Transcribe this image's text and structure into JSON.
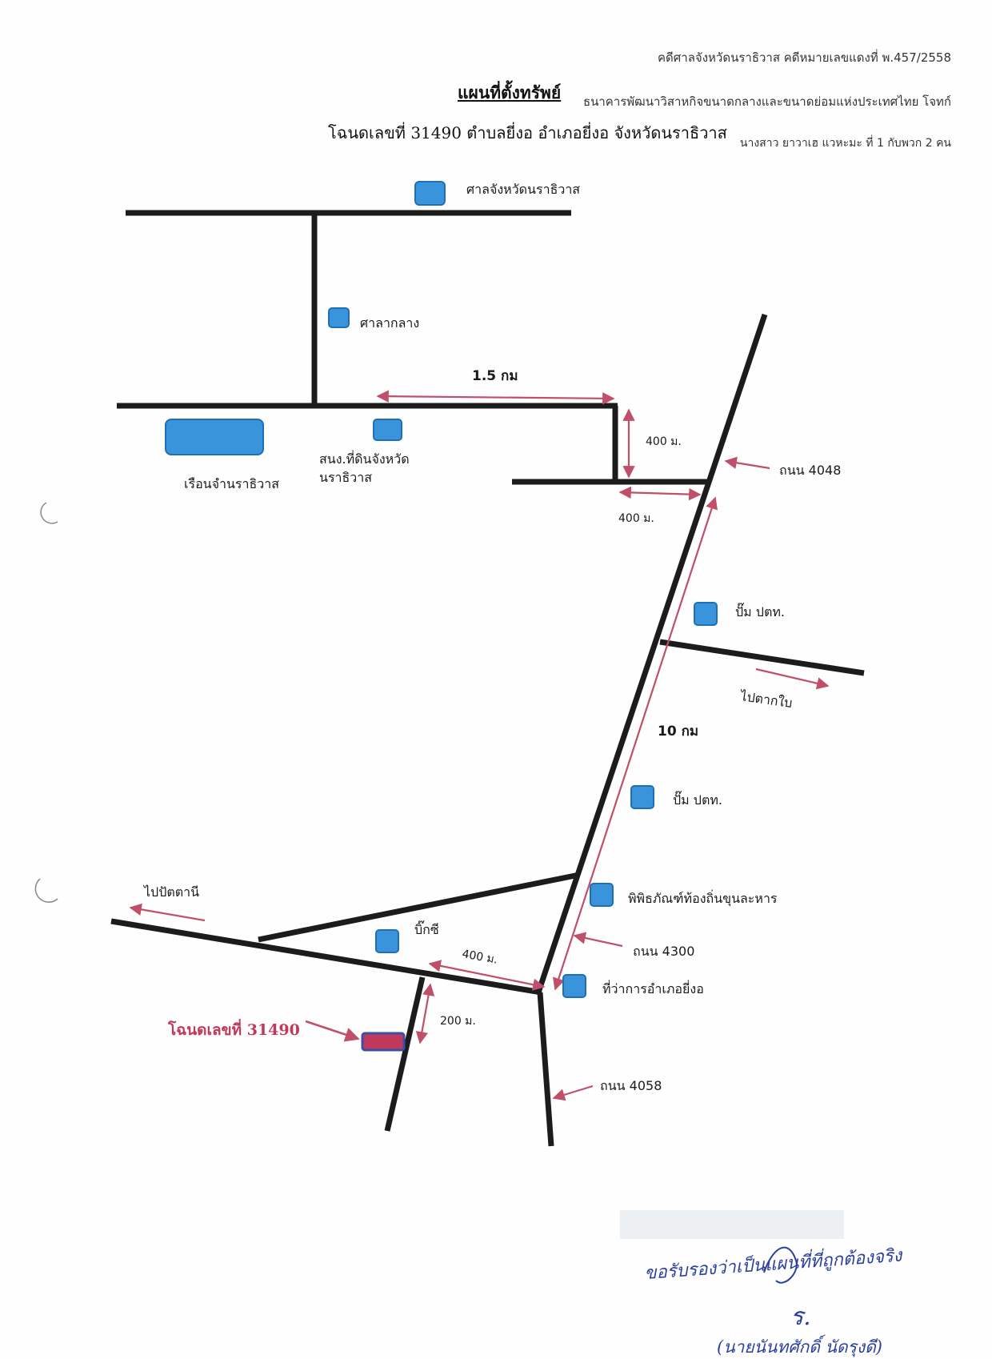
{
  "header": {
    "case_ref": "คดีศาลจังหวัดนราธิวาส คดีหมายเลขแดงที่ พ.457/2558",
    "title": "แผนที่ตั้งทรัพย์",
    "plaintiff": "ธนาคารพัฒนาวิสาหกิจขนาดกลางและขนาดย่อมแห่งประเทศไทย โจทก์",
    "deed_line": "โฉนดเลขที่ 31490 ตำบลยี่งอ อำเภอยี่งอ จังหวัดนราธิวาส",
    "defendants": "นางสาว ยาวาเฮ แวหะมะ ที่ 1 กับพวก 2 คน"
  },
  "map": {
    "landmarks": {
      "court": "ศาลจังหวัดนราธิวาส",
      "city_hall": "ศาลากลาง",
      "prison": "เรือนจำนราธิวาส",
      "land_office_l1": "สนง.ที่ดินจังหวัด",
      "land_office_l2": "นราธิวาส",
      "pump1": "ปั๊ม ปตท.",
      "pump2": "ปั๊ม ปตท.",
      "museum": "พิพิธภัณฑ์ท้องถิ่นขุนละหาร",
      "bigc": "บิ๊กซี",
      "district_office": "ที่ว่าการอำเภอยี่งอ"
    },
    "roads": {
      "r4048": "ถนน 4048",
      "r4300": "ถนน 4300",
      "r4058": "ถนน 4058",
      "to_dakbai": "ไปตากใบ",
      "to_pattani": "ไปปัตตานี"
    },
    "distances": {
      "d_1_5km": "1.5 กม",
      "d_400_vert": "400 ม.",
      "d_400_horiz": "400 ม.",
      "d_10km": "10 กม",
      "d_400_bottom": "400 ม.",
      "d_200": "200 ม."
    },
    "property_label": "โฉนดเลขที่ 31490"
  },
  "signature": {
    "certification": "ขอรับรองว่าเป็นแผนที่ที่ถูกต้องจริง",
    "initial": "ร.",
    "name": "(นายนันทศักดิ์ นัดรุงดี)"
  },
  "colors": {
    "road": "#1c1c1c",
    "landmark_fill": "#3a94dc",
    "landmark_stroke": "#1e6fb3",
    "arrow": "#c0506a",
    "property": "#c0395a",
    "property_outline": "#3b4fa8",
    "signature_ink": "#2b3f9e"
  }
}
